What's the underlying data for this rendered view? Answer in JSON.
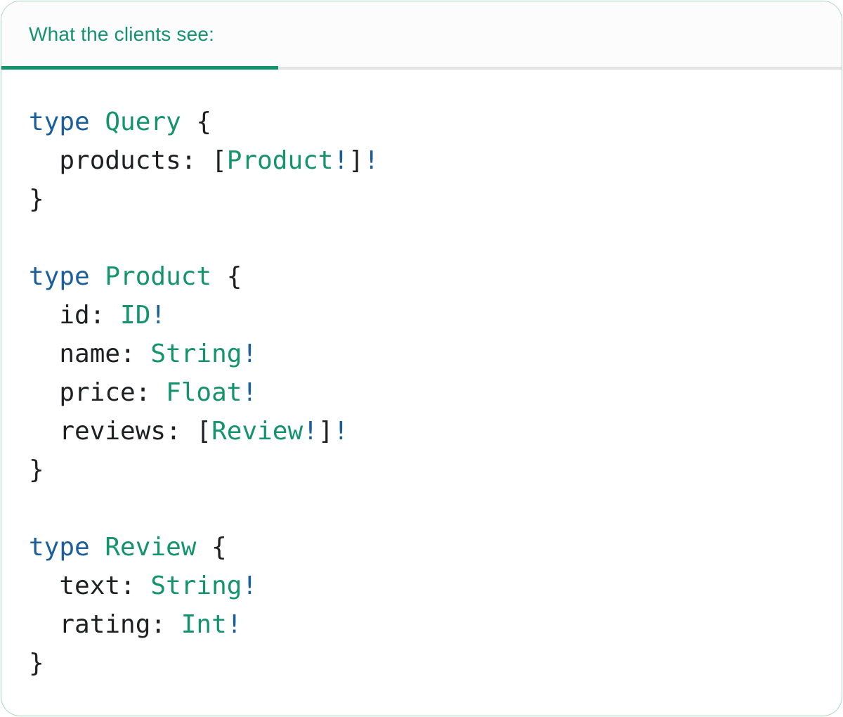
{
  "colors": {
    "accent_teal": "#14946D",
    "keyword_blue": "#1A5E9C",
    "code_text_dark": "#1E2022",
    "divider_gray": "#E3E3E3",
    "card_border_green": "#ABD4BE",
    "header_background": "#FCFCFC"
  },
  "tab_bar": {
    "active_tab": {
      "label": "What the clients see:"
    }
  },
  "code": {
    "language": "graphql",
    "lines": [
      {
        "tokens": [
          {
            "text": "type ",
            "style": "keyword"
          },
          {
            "text": "Query",
            "style": "type"
          },
          {
            "text": " {",
            "style": "plain"
          }
        ]
      },
      {
        "tokens": [
          {
            "text": "  products: [",
            "style": "plain"
          },
          {
            "text": "Product",
            "style": "type"
          },
          {
            "text": "!",
            "style": "bang"
          },
          {
            "text": "]",
            "style": "plain"
          },
          {
            "text": "!",
            "style": "bang"
          }
        ]
      },
      {
        "tokens": [
          {
            "text": "}",
            "style": "plain"
          }
        ]
      },
      {
        "tokens": []
      },
      {
        "tokens": [
          {
            "text": "type ",
            "style": "keyword"
          },
          {
            "text": "Product",
            "style": "type"
          },
          {
            "text": " {",
            "style": "plain"
          }
        ]
      },
      {
        "tokens": [
          {
            "text": "  id: ",
            "style": "plain"
          },
          {
            "text": "ID",
            "style": "type"
          },
          {
            "text": "!",
            "style": "bang"
          }
        ]
      },
      {
        "tokens": [
          {
            "text": "  name: ",
            "style": "plain"
          },
          {
            "text": "String",
            "style": "type"
          },
          {
            "text": "!",
            "style": "bang"
          }
        ]
      },
      {
        "tokens": [
          {
            "text": "  price: ",
            "style": "plain"
          },
          {
            "text": "Float",
            "style": "type"
          },
          {
            "text": "!",
            "style": "bang"
          }
        ]
      },
      {
        "tokens": [
          {
            "text": "  reviews: [",
            "style": "plain"
          },
          {
            "text": "Review",
            "style": "type"
          },
          {
            "text": "!",
            "style": "bang"
          },
          {
            "text": "]",
            "style": "plain"
          },
          {
            "text": "!",
            "style": "bang"
          }
        ]
      },
      {
        "tokens": [
          {
            "text": "}",
            "style": "plain"
          }
        ]
      },
      {
        "tokens": []
      },
      {
        "tokens": [
          {
            "text": "type ",
            "style": "keyword"
          },
          {
            "text": "Review",
            "style": "type"
          },
          {
            "text": " {",
            "style": "plain"
          }
        ]
      },
      {
        "tokens": [
          {
            "text": "  text: ",
            "style": "plain"
          },
          {
            "text": "String",
            "style": "type"
          },
          {
            "text": "!",
            "style": "bang"
          }
        ]
      },
      {
        "tokens": [
          {
            "text": "  rating: ",
            "style": "plain"
          },
          {
            "text": "Int",
            "style": "type"
          },
          {
            "text": "!",
            "style": "bang"
          }
        ]
      },
      {
        "tokens": [
          {
            "text": "}",
            "style": "plain"
          }
        ]
      }
    ]
  }
}
